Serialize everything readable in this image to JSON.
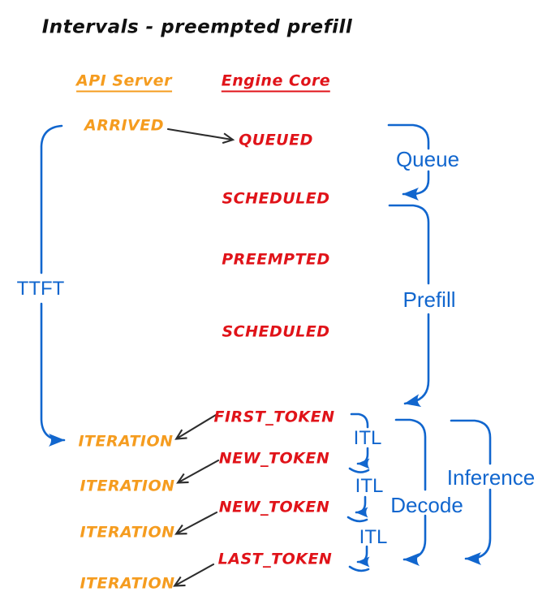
{
  "title": "Intervals - preempted prefill",
  "columns": {
    "api_server": "API Server",
    "engine_core": "Engine Core"
  },
  "api_events": [
    "ARRIVED",
    "ITERATION",
    "ITERATION",
    "ITERATION",
    "ITERATION"
  ],
  "engine_events": [
    "QUEUED",
    "SCHEDULED",
    "PREEMPTED",
    "SCHEDULED",
    "FIRST_TOKEN",
    "NEW_TOKEN",
    "NEW_TOKEN",
    "LAST_TOKEN"
  ],
  "interval_labels": {
    "ttft": "TTFT",
    "queue": "Queue",
    "prefill": "Prefill",
    "itl": [
      "ITL",
      "ITL",
      "ITL"
    ],
    "decode": "Decode",
    "inference": "Inference"
  },
  "colors": {
    "orange": "#F59C1F",
    "red": "#E01319",
    "blue": "#1166CE",
    "ink": "#2D2D2D",
    "bg": "#FFFFFF"
  }
}
